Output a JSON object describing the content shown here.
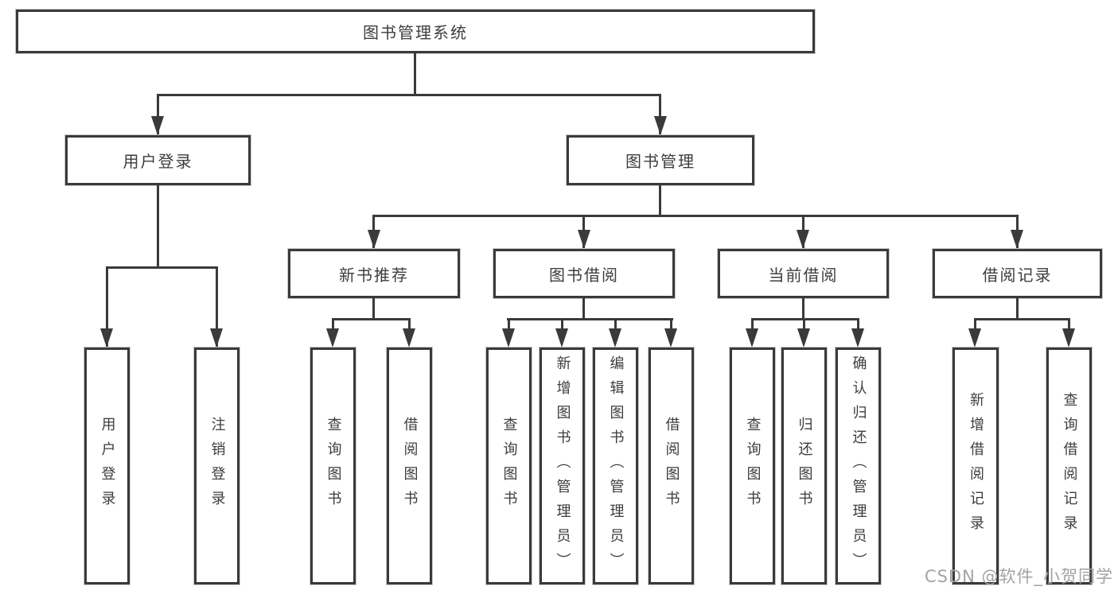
{
  "hierarchy": {
    "label": "图书管理系统",
    "children": [
      {
        "label": "用户登录",
        "children": [
          {
            "label": "用户登录"
          },
          {
            "label": "注销登录"
          }
        ]
      },
      {
        "label": "图书管理",
        "children": [
          {
            "label": "新书推荐",
            "children": [
              {
                "label": "查询图书"
              },
              {
                "label": "借阅图书"
              }
            ]
          },
          {
            "label": "图书借阅",
            "children": [
              {
                "label": "查询图书"
              },
              {
                "label": "新增图书（管理员）"
              },
              {
                "label": "编辑图书（管理员）"
              },
              {
                "label": "借阅图书"
              }
            ]
          },
          {
            "label": "当前借阅",
            "children": [
              {
                "label": "查询图书"
              },
              {
                "label": "归还图书"
              },
              {
                "label": "确认归还（管理员）"
              }
            ]
          },
          {
            "label": "借阅记录",
            "children": [
              {
                "label": "新增借阅记录"
              },
              {
                "label": "查询借阅记录"
              }
            ]
          }
        ]
      }
    ]
  },
  "watermark": {
    "text": "CSDN @软件_小贺同学"
  },
  "colors": {
    "line": "#3a3a3a",
    "text": "#3d3d3d",
    "box_background": "#ffffff",
    "watermark": "#a3a3a3"
  }
}
